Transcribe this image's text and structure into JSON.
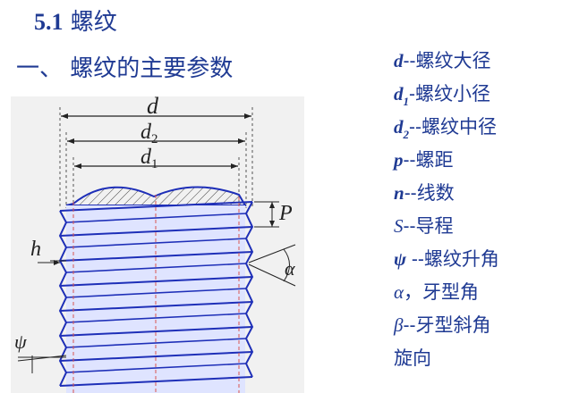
{
  "section": {
    "number": "5.1",
    "title": "螺纹"
  },
  "subheading": "一、 螺纹的主要参数",
  "diagram": {
    "labels": {
      "d": "d",
      "d2_base": "d",
      "d2_sub": "2",
      "d1_base": "d",
      "d1_sub": "1",
      "P": "P",
      "h": "h",
      "alpha": "α",
      "psi": "ψ"
    },
    "colors": {
      "thread": "#1e2fb8",
      "dim": "#222222",
      "axis": "#d9534f",
      "bg": "#f1f1f1"
    }
  },
  "params": [
    {
      "symbol": "d",
      "sub": "",
      "sep": "--",
      "text": "螺纹大径"
    },
    {
      "symbol": "d",
      "sub": "1",
      "sep": "-",
      "text": "螺纹小径"
    },
    {
      "symbol": "d",
      "sub": "2",
      "sep": "--",
      "text": "螺纹中径"
    },
    {
      "symbol": "p",
      "sub": "",
      "sep": "--",
      "text": "螺距"
    },
    {
      "symbol": "n",
      "sub": "",
      "sep": "--",
      "text": "线数"
    },
    {
      "symbol": "S",
      "sub": "",
      "sep": "--",
      "text": "导程"
    },
    {
      "symbol": "ψ",
      "sub": "",
      "sep": " --",
      "text": "螺纹升角"
    },
    {
      "symbol": "α",
      "sub": "",
      "sep": "，",
      "text": "牙型角"
    },
    {
      "symbol": "β",
      "sub": "",
      "sep": "--",
      "text": "牙型斜角"
    },
    {
      "symbol": "",
      "sub": "",
      "sep": "",
      "text": "旋向"
    }
  ]
}
